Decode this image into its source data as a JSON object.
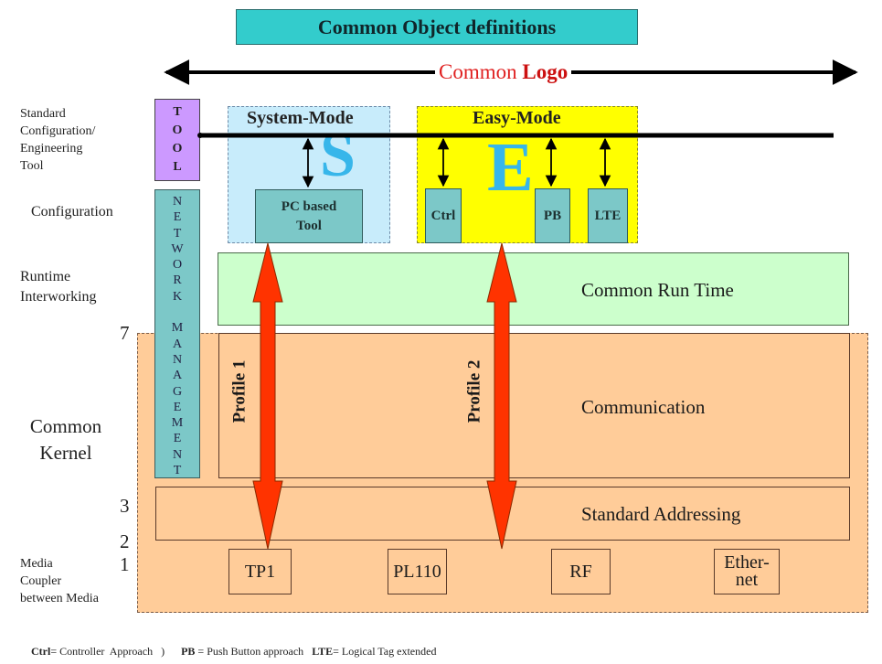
{
  "header": {
    "title": "Common Object definitions",
    "logo_line_prefix": "Common",
    "logo_line_bold": "Logo"
  },
  "row_labels": {
    "tool": [
      "Standard",
      "Configuration/",
      "Engineering",
      "Tool"
    ],
    "configuration": "Configuration",
    "runtime": [
      "Runtime",
      "Interworking"
    ],
    "kernel": [
      "Common",
      "Kernel"
    ],
    "media": [
      "Media",
      "Coupler",
      "between Media"
    ]
  },
  "layer_numbers": {
    "seven": "7",
    "three": "3",
    "two": "2",
    "one": "1"
  },
  "tool_column": {
    "tool_letters": [
      "T",
      "O",
      "O",
      "L"
    ],
    "network_letters": [
      "N",
      "E",
      "T",
      "W",
      "O",
      "R",
      "K",
      " ",
      "M",
      "A",
      "N",
      "A",
      "G",
      "E",
      "M",
      "E",
      "N",
      "T"
    ]
  },
  "modes": {
    "system": {
      "title": "System-Mode",
      "letter": "S",
      "subtool": [
        "PC based",
        "Tool"
      ]
    },
    "easy": {
      "title": "Easy-Mode",
      "letter": "E",
      "subtools": [
        "Ctrl",
        "PB",
        "LTE"
      ]
    }
  },
  "layers": {
    "runtime": "Common Run Time",
    "communication": "Communication",
    "addressing": "Standard Addressing"
  },
  "profiles": [
    "Profile 1",
    "Profile 2"
  ],
  "media": [
    {
      "label": "TP1"
    },
    {
      "label": "PL110"
    },
    {
      "label": "RF"
    },
    {
      "label": "Ether-\nnet",
      "lines": [
        "Ether-",
        "net"
      ]
    }
  ],
  "footer": {
    "ctrl_abbr": "Ctrl",
    "ctrl_def": "= Controller  Approach   )",
    "pb_abbr": "PB",
    "pb_def": " = Push Button approach",
    "lte_abbr": "LTE",
    "lte_def": "= Logical Tag extended"
  },
  "colors": {
    "header": "#33cccc",
    "tool": "#cc99ff",
    "network": "#7cc8c8",
    "system_mode": "#c8ecfb",
    "easy_mode": "#ffff00",
    "runtime": "#ccffcc",
    "kernel": "#ffcc99",
    "profile_arrow": "#ff3300",
    "logo": "#e02020",
    "mode_letter": "#37b6ea"
  }
}
